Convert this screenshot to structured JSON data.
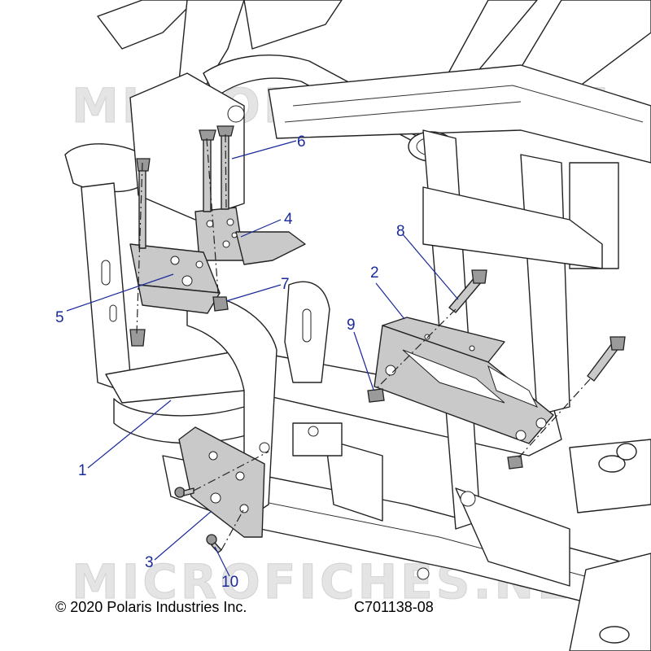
{
  "watermark": {
    "top": "MICROFICHES.NET",
    "bottom": "MICROFICHES.NET"
  },
  "callouts": [
    "1",
    "2",
    "3",
    "4",
    "5",
    "6",
    "7",
    "8",
    "9",
    "10"
  ],
  "footer": {
    "copyright": "© 2020 Polaris Industries Inc.",
    "part_code": "C701138-08"
  },
  "colors": {
    "callout": "#1a2a9a",
    "line": "#222222",
    "part_fill": "#c9c9c9"
  }
}
